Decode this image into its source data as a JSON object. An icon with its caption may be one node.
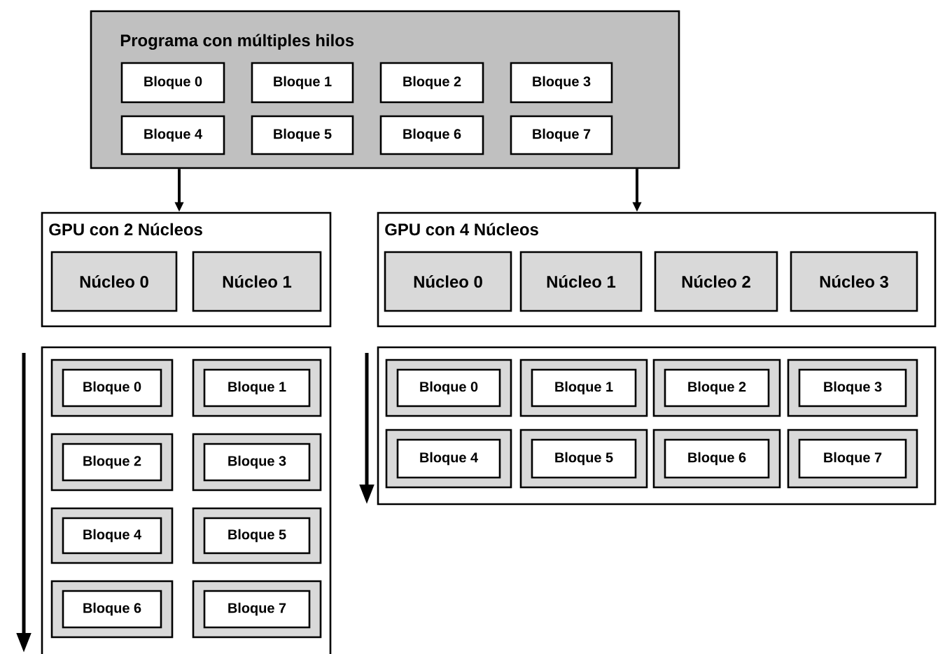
{
  "diagram": {
    "nodes": [
      {
        "text": [
          "Programa con múltiples hilos"
        ]
      },
      {
        "text": [
          "Bloque 0"
        ],
        "in": 0
      },
      {
        "text": [
          "Bloque 1"
        ],
        "in": 0
      },
      {
        "text": [
          "Bloque 2"
        ],
        "in": 0
      },
      {
        "text": [
          "Bloque 3"
        ],
        "in": 0
      },
      {
        "text": [
          "Bloque 4"
        ],
        "in": 0
      },
      {
        "text": [
          "Bloque 5"
        ],
        "in": 0
      },
      {
        "text": [
          "Bloque 6"
        ],
        "in": 0
      },
      {
        "text": [
          "Bloque 7"
        ],
        "in": 0
      },
      {
        "text": [
          "GPU con 2 Núcleos"
        ]
      },
      {
        "text": [
          "Núcleo 0"
        ],
        "in": 9
      },
      {
        "text": [
          "Núcleo 1"
        ],
        "in": 9
      },
      {
        "text": [
          "GPU con 4 Núcleos"
        ]
      },
      {
        "text": [
          "Núcleo 0"
        ],
        "in": 12
      },
      {
        "text": [
          "Núcleo 1"
        ],
        "in": 12
      },
      {
        "text": [
          "Núcleo 2"
        ],
        "in": 12
      },
      {
        "text": [
          "Núcleo 3"
        ],
        "in": 12
      },
      {
        "text": [],
        "shape": "box"
      },
      {
        "text": [
          "Bloque 0"
        ],
        "in": 17
      },
      {
        "text": [
          "Bloque 1"
        ],
        "in": 17
      },
      {
        "text": [
          "Bloque 2"
        ],
        "in": 17
      },
      {
        "text": [
          "Bloque 3"
        ],
        "in": 17
      },
      {
        "text": [
          "Bloque 4"
        ],
        "in": 17
      },
      {
        "text": [
          "Bloque 5"
        ],
        "in": 17
      },
      {
        "text": [
          "Bloque 6"
        ],
        "in": 17
      },
      {
        "text": [
          "Bloque 7"
        ],
        "in": 17
      },
      {
        "text": [],
        "shape": "box"
      },
      {
        "text": [
          "Bloque 0"
        ],
        "in": 26
      },
      {
        "text": [
          "Bloque 1"
        ],
        "in": 26
      },
      {
        "text": [
          "Bloque 2"
        ],
        "in": 26
      },
      {
        "text": [
          "Bloque 3"
        ],
        "in": 26
      },
      {
        "text": [
          "Bloque 4"
        ],
        "in": 26
      },
      {
        "text": [
          "Bloque 5"
        ],
        "in": 26
      },
      {
        "text": [
          "Bloque 6"
        ],
        "in": 26
      },
      {
        "text": [
          "Bloque 7"
        ],
        "in": 26
      }
    ],
    "edges": [
      {
        "from": 0,
        "to": 9,
        "arrow": "to"
      },
      {
        "from": 0,
        "to": 12,
        "arrow": "to"
      }
    ]
  }
}
